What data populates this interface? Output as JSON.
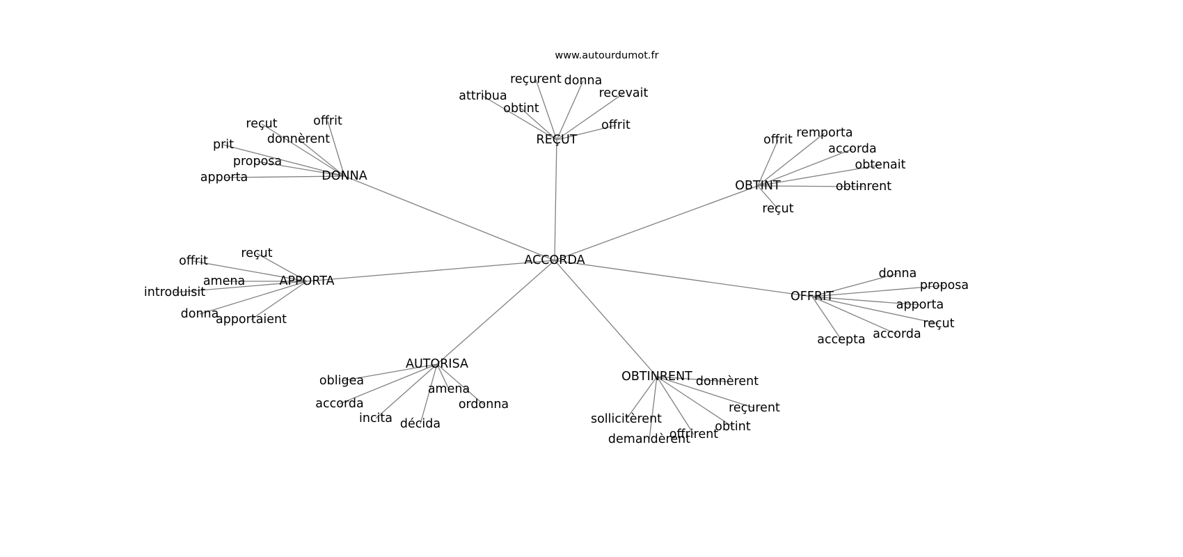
{
  "caption": "www.autourdumot.fr",
  "colors": {
    "edge": "#808080",
    "text": "#000000",
    "background": "#ffffff"
  },
  "root": "ACCORDA",
  "groups": [
    {
      "label": "REÇUT",
      "children": [
        "reçurent",
        "donna",
        "attribua",
        "recevait",
        "obtint",
        "offrit"
      ]
    },
    {
      "label": "DONNA",
      "children": [
        "offrit",
        "reçut",
        "donnèrent",
        "prit",
        "proposa",
        "apporta"
      ]
    },
    {
      "label": "OBTINT",
      "children": [
        "offrit",
        "remporta",
        "accorda",
        "obtenait",
        "obtinrent",
        "reçut"
      ]
    },
    {
      "label": "APPORTA",
      "children": [
        "reçut",
        "offrit",
        "amena",
        "introduisit",
        "donna",
        "apportaient"
      ]
    },
    {
      "label": "OFFRIT",
      "children": [
        "donna",
        "proposa",
        "apporta",
        "reçut",
        "accorda",
        "accepta"
      ]
    },
    {
      "label": "AUTORISA",
      "children": [
        "obligea",
        "amena",
        "accorda",
        "ordonna",
        "incita",
        "décida"
      ]
    },
    {
      "label": "OBTINRENT",
      "children": [
        "donnèrent",
        "reçurent",
        "sollicitèrent",
        "obtint",
        "offrirent",
        "demandèrent"
      ]
    }
  ]
}
